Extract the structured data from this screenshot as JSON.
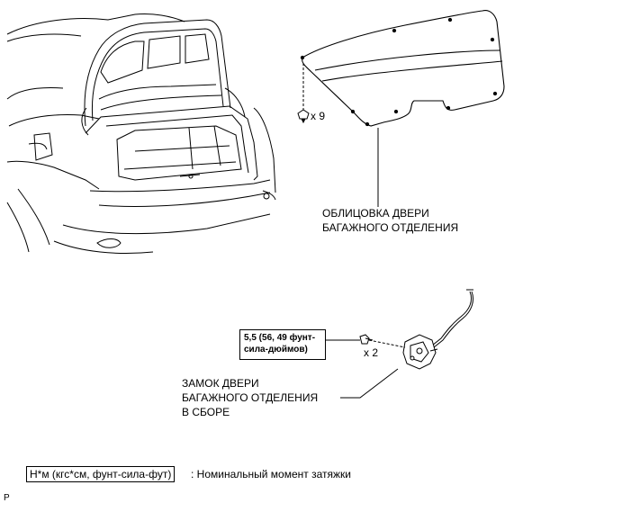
{
  "parts": {
    "trim": {
      "lines": [
        "ОБЛИЦОВКА ДВЕРИ",
        "БАГАЖНОГО ОТДЕЛЕНИЯ"
      ]
    },
    "lock": {
      "lines": [
        "ЗАМОК ДВЕРИ",
        "БАГАЖНОГО ОТДЕЛЕНИЯ",
        "В СБОРЕ"
      ]
    }
  },
  "fasteners": {
    "clip_qty": "x 9",
    "bolt_qty": "x 2"
  },
  "torque": {
    "lines": [
      "5,5 (56, 49 фунт-",
      "сила-дюймов)"
    ]
  },
  "legend": {
    "units": "Н*м (кгс*см, фунт-сила-фут)",
    "description": ": Номинальный момент затяжки"
  },
  "corner_mark": "P"
}
